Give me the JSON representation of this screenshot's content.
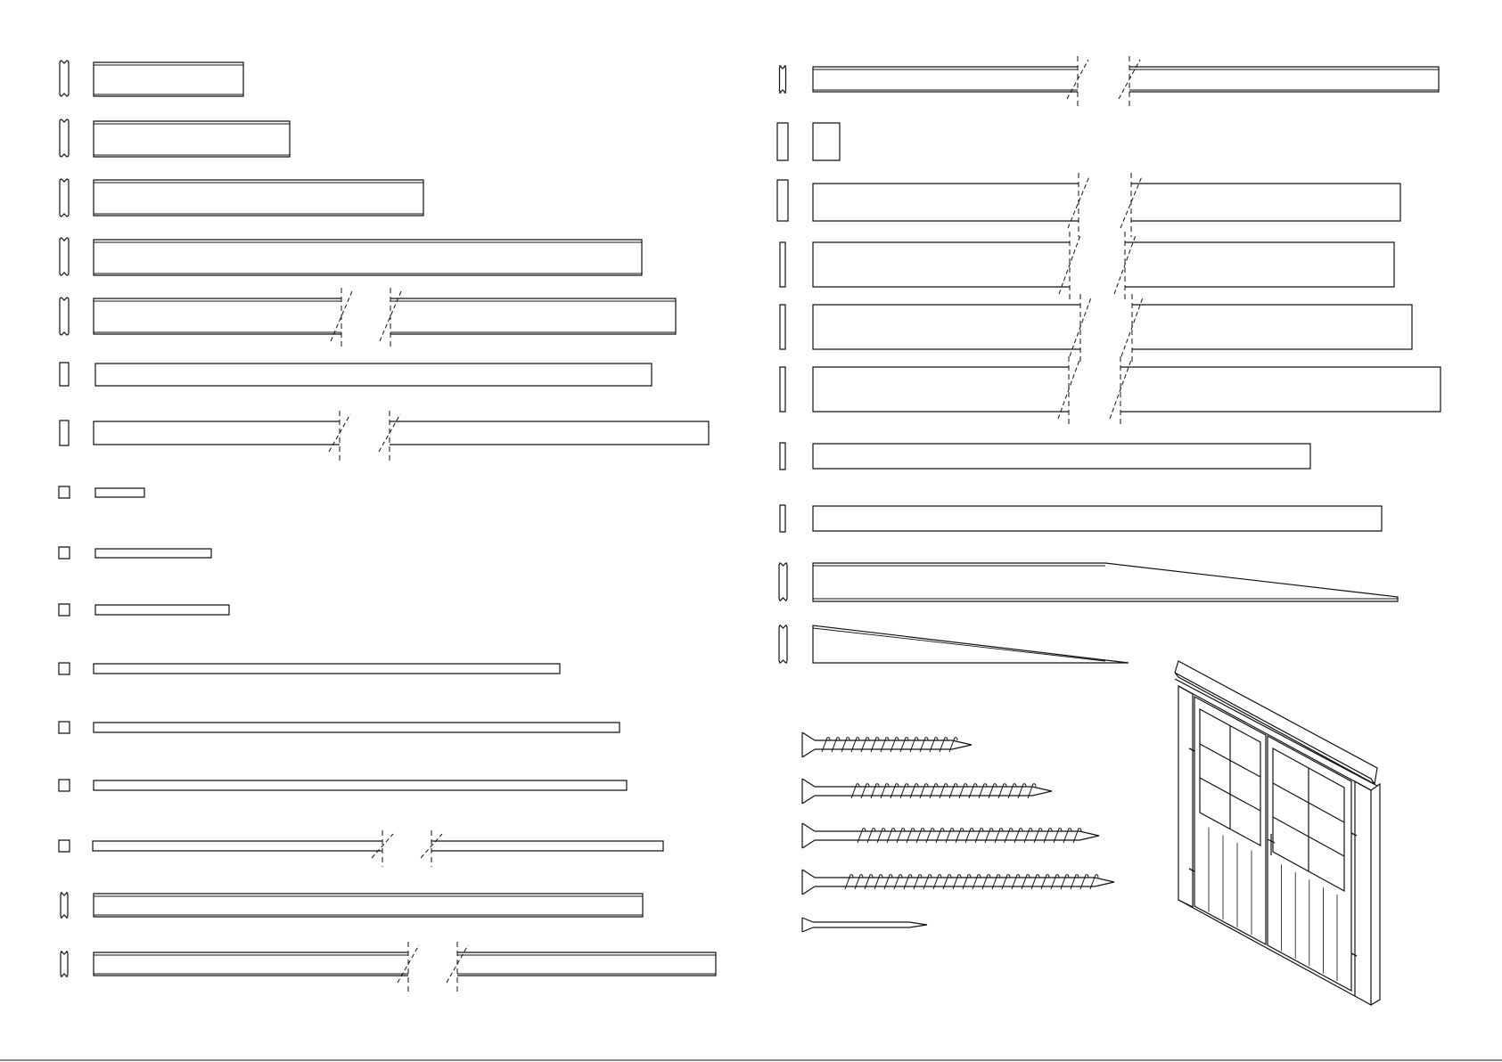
{
  "sheet": {
    "ink_color": "#111111",
    "paper_color": "#ffffff",
    "text_labels": []
  },
  "parts_left": [
    {
      "name": "profile-board-1",
      "profile": "tongue-groove",
      "broken": false
    },
    {
      "name": "profile-board-2",
      "profile": "tongue-groove",
      "broken": false
    },
    {
      "name": "profile-board-3",
      "profile": "tongue-groove",
      "broken": false
    },
    {
      "name": "profile-board-4",
      "profile": "tongue-groove",
      "broken": false
    },
    {
      "name": "profile-board-5",
      "profile": "tongue-groove",
      "broken": true
    },
    {
      "name": "plain-board-1",
      "profile": "rectangular",
      "broken": false
    },
    {
      "name": "plain-board-2",
      "profile": "rectangular",
      "broken": true
    },
    {
      "name": "batten-1",
      "profile": "square",
      "broken": false
    },
    {
      "name": "batten-2",
      "profile": "square",
      "broken": false
    },
    {
      "name": "batten-3",
      "profile": "square",
      "broken": false
    },
    {
      "name": "batten-4",
      "profile": "square",
      "broken": false
    },
    {
      "name": "batten-5",
      "profile": "square",
      "broken": false
    },
    {
      "name": "batten-6",
      "profile": "square",
      "broken": false
    },
    {
      "name": "batten-7",
      "profile": "square",
      "broken": true
    },
    {
      "name": "profile-board-6",
      "profile": "tongue-groove",
      "broken": false
    },
    {
      "name": "profile-board-7",
      "profile": "tongue-groove",
      "broken": true
    }
  ],
  "parts_right": [
    {
      "name": "thin-profile-board",
      "profile": "tongue-groove",
      "broken": true
    },
    {
      "name": "block",
      "profile": "rectangular",
      "broken": false
    },
    {
      "name": "panel-1",
      "profile": "rectangular",
      "broken": true
    },
    {
      "name": "panel-2",
      "profile": "thin-strip",
      "broken": true
    },
    {
      "name": "panel-3",
      "profile": "thin-strip",
      "broken": true
    },
    {
      "name": "panel-4",
      "profile": "thin-strip",
      "broken": true
    },
    {
      "name": "strip-1",
      "profile": "thin-strip",
      "broken": false
    },
    {
      "name": "strip-2",
      "profile": "thin-strip",
      "broken": false
    },
    {
      "name": "tapered-board-1",
      "profile": "tongue-groove",
      "broken": false
    },
    {
      "name": "tapered-board-2",
      "profile": "tongue-groove",
      "broken": false
    }
  ],
  "fasteners": [
    {
      "name": "screw-short",
      "type": "screw"
    },
    {
      "name": "screw-medium",
      "type": "screw"
    },
    {
      "name": "screw-long",
      "type": "screw"
    },
    {
      "name": "screw-full",
      "type": "screw"
    },
    {
      "name": "nail",
      "type": "nail"
    }
  ],
  "illustration": {
    "name": "double-door-assembly",
    "description_visible": false
  }
}
